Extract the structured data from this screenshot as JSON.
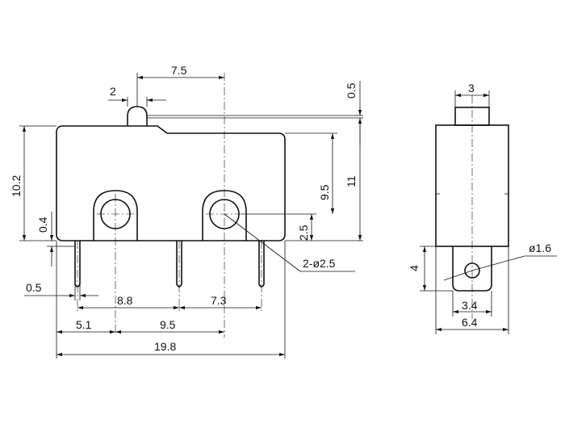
{
  "front_view": {
    "top_dims": {
      "lever_width": "2",
      "lever_to_hole": "7.5"
    },
    "right_dims": {
      "lever_thickness": "0.5",
      "hole_height": "9.5",
      "hole_to_base": "2.5",
      "total_height": "11"
    },
    "left_dims": {
      "body_height": "10.2",
      "pin_offset": "0.4",
      "pin_width": "0.5"
    },
    "hole_callout": "2-ø2.5",
    "bottom_dims": {
      "pin_spacing_left": "8.8",
      "pin_spacing_right": "7.3",
      "edge_to_hole": "5.1",
      "hole_spacing": "9.5",
      "body_length": "19.8"
    }
  },
  "side_view": {
    "top_dim": "3",
    "hole_diameter": "ø1.6",
    "terminal_height": "4",
    "terminal_width": "3.4",
    "body_width": "6.4"
  }
}
